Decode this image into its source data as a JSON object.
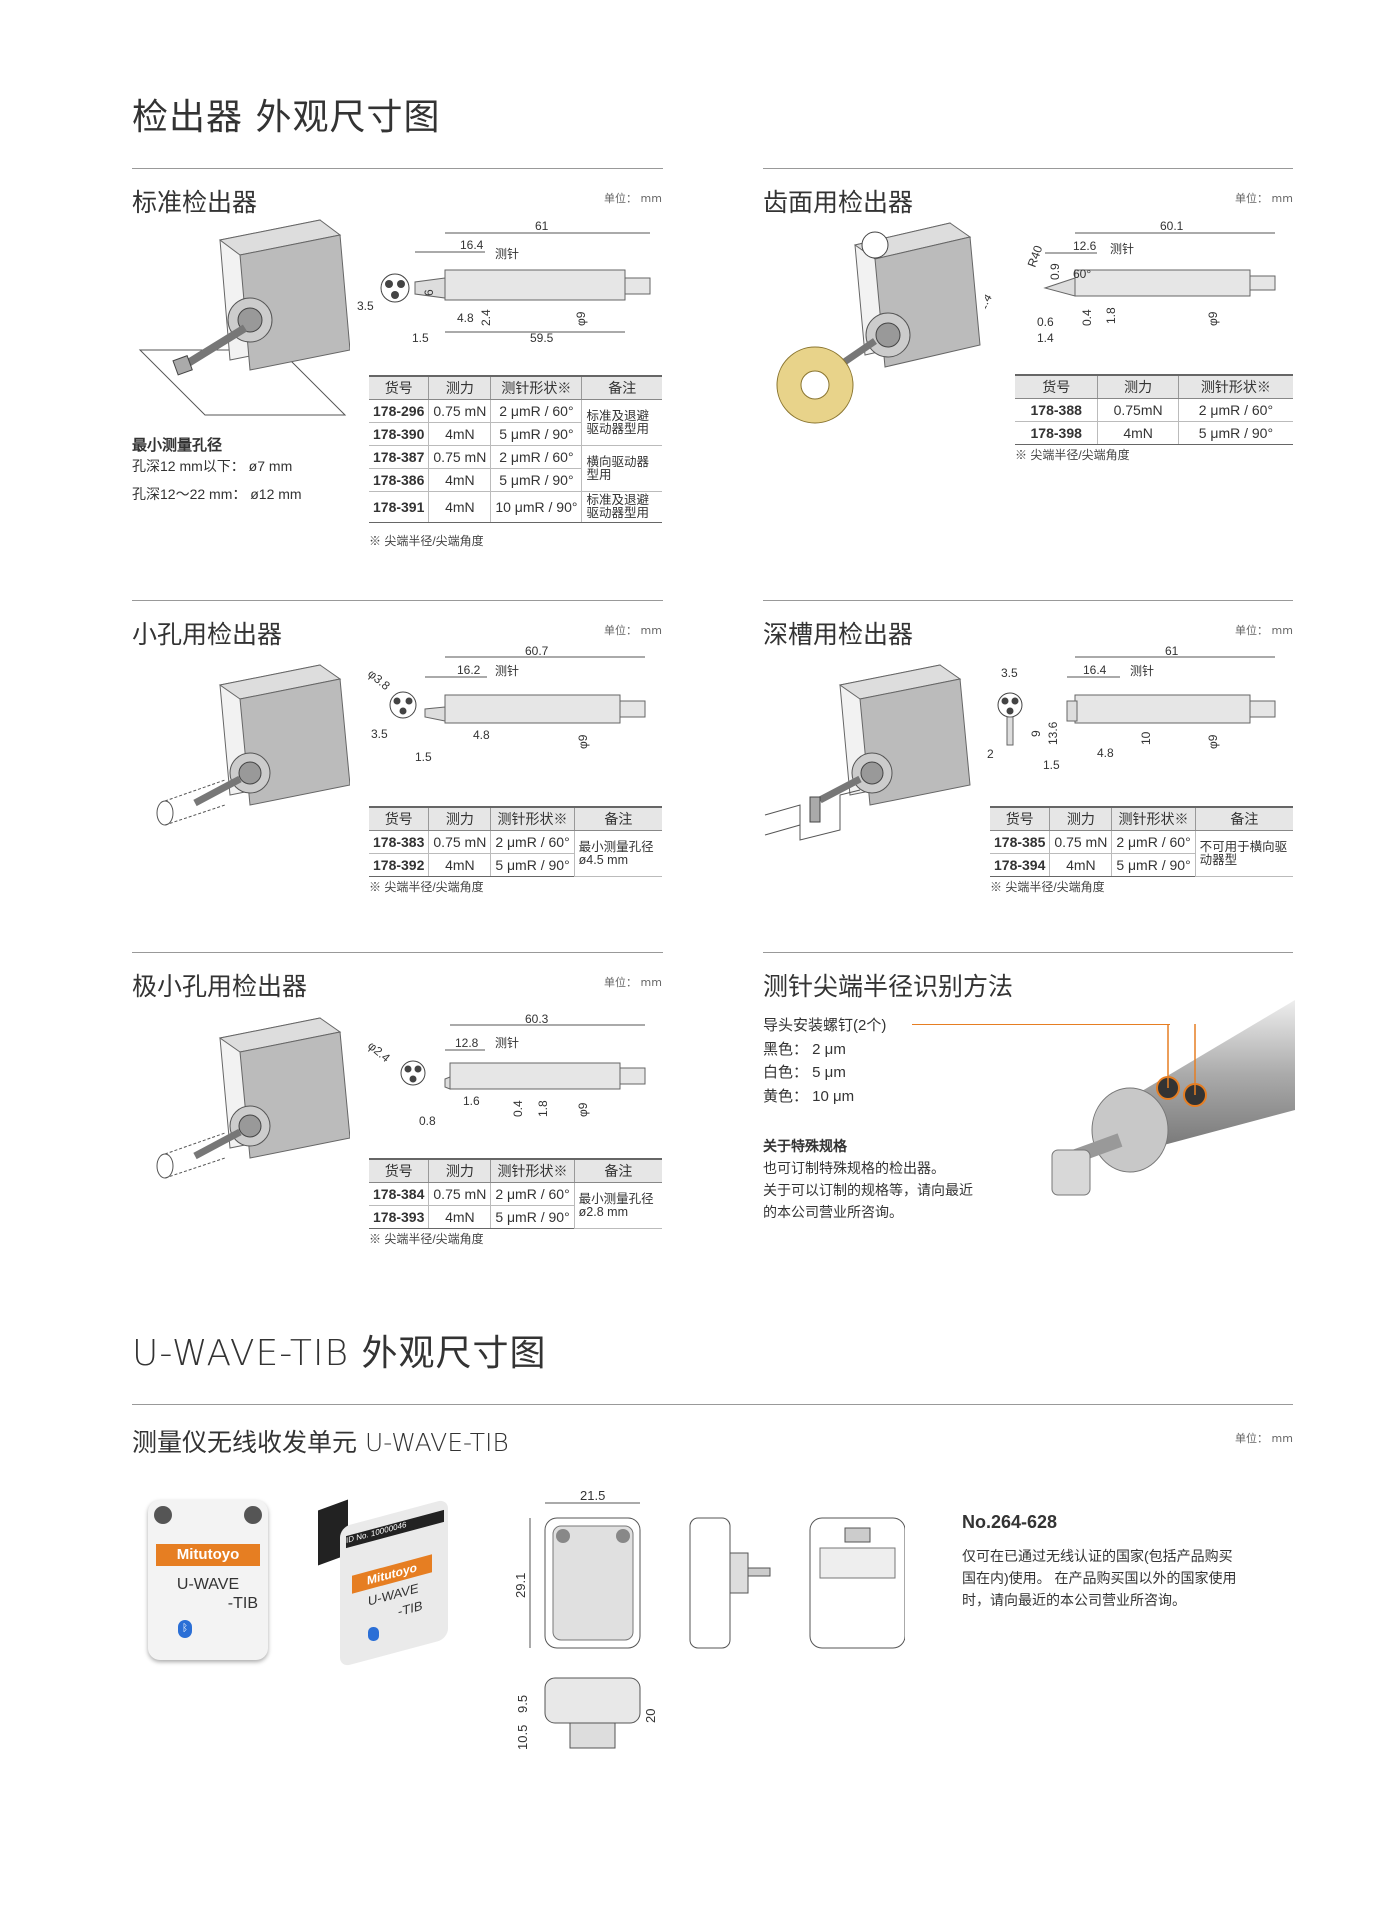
{
  "page_title": "检出器 外观尺寸图",
  "unit_label": "单位： mm",
  "standard": {
    "title": "标准检出器",
    "dims": {
      "total": "61",
      "stylus_len": "16.4",
      "stylus_label": "测针",
      "d1": "3.5",
      "d2": "6",
      "d3": "2.4",
      "d4": "4.8",
      "d5": "φ9",
      "d6": "1.5",
      "d7": "59.5"
    },
    "headers": [
      "货号",
      "测力",
      "测针形状※",
      "备注"
    ],
    "rows": [
      {
        "code": "178-296",
        "force": "0.75 mN",
        "shape": "2 μmR / 60°"
      },
      {
        "code": "178-390",
        "force": "4mN",
        "shape": "5 μmR / 90°"
      },
      {
        "code": "178-387",
        "force": "0.75 mN",
        "shape": "2 μmR / 60°"
      },
      {
        "code": "178-386",
        "force": "4mN",
        "shape": "5 μmR / 90°"
      },
      {
        "code": "178-391",
        "force": "4mN",
        "shape": "10 μmR / 90°"
      }
    ],
    "notes": [
      "标准及退避驱动器型用",
      "横向驱动器型用",
      "标准及退避驱动器型用"
    ],
    "footnote": "※ 尖端半径/尖端角度",
    "min_hole_title": "最小测量孔径",
    "min_hole_1": "孔深12 mm以下： ø7 mm",
    "min_hole_2": "孔深12～22 mm： ø12 mm"
  },
  "gear": {
    "title": "齿面用检出器",
    "dims": {
      "total": "60.1",
      "stylus_len": "12.6",
      "stylus_label": "测针",
      "r": "R40",
      "a": "0.9",
      "angle": "60°",
      "phi": "φ2.4",
      "d1": "0.6",
      "d2": "0.4",
      "d3": "1.8",
      "d4": "1.4",
      "d5": "φ9"
    },
    "headers": [
      "货号",
      "测力",
      "测针形状※"
    ],
    "rows": [
      {
        "code": "178-388",
        "force": "0.75mN",
        "shape": "2 μmR / 60°"
      },
      {
        "code": "178-398",
        "force": "4mN",
        "shape": "5 μmR / 90°"
      }
    ],
    "footnote": "※ 尖端半径/尖端角度"
  },
  "small_hole": {
    "title": "小孔用检出器",
    "dims": {
      "total": "60.7",
      "stylus_len": "16.2",
      "stylus_label": "测针",
      "phi": "φ3.8",
      "d1": "3.5",
      "d2": "4.8",
      "d3": "1.5",
      "d4": "φ9"
    },
    "headers": [
      "货号",
      "测力",
      "测针形状※",
      "备注"
    ],
    "rows": [
      {
        "code": "178-383",
        "force": "0.75 mN",
        "shape": "2 μmR / 60°"
      },
      {
        "code": "178-392",
        "force": "4mN",
        "shape": "5 μmR / 90°"
      }
    ],
    "note": "最小测量孔径 ø4.5 mm",
    "footnote": "※ 尖端半径/尖端角度"
  },
  "deep_groove": {
    "title": "深槽用检出器",
    "dims": {
      "total": "61",
      "stylus_len": "16.4",
      "stylus_label": "测针",
      "d1": "3.5",
      "d2": "9",
      "d3": "13.6",
      "d4": "10",
      "d5": "2",
      "d6": "4.8",
      "d7": "1.5",
      "d8": "φ9"
    },
    "headers": [
      "货号",
      "测力",
      "测针形状※",
      "备注"
    ],
    "rows": [
      {
        "code": "178-385",
        "force": "0.75 mN",
        "shape": "2 μmR / 60°"
      },
      {
        "code": "178-394",
        "force": "4mN",
        "shape": "5 μmR / 90°"
      }
    ],
    "note": "不可用于横向驱动器型",
    "footnote": "※ 尖端半径/尖端角度"
  },
  "tiny_hole": {
    "title": "极小孔用检出器",
    "dims": {
      "total": "60.3",
      "stylus_len": "12.8",
      "stylus_label": "测针",
      "phi": "φ2.4",
      "d1": "1.6",
      "d2": "0.4",
      "d3": "1.8",
      "d4": "0.8",
      "d5": "φ9"
    },
    "headers": [
      "货号",
      "测力",
      "测针形状※",
      "备注"
    ],
    "rows": [
      {
        "code": "178-384",
        "force": "0.75 mN",
        "shape": "2 μmR / 60°"
      },
      {
        "code": "178-393",
        "force": "4mN",
        "shape": "5 μmR / 90°"
      }
    ],
    "note": "最小测量孔径 ø2.8 mm",
    "footnote": "※ 尖端半径/尖端角度"
  },
  "identify": {
    "title": "测针尖端半径识别方法",
    "screw_label": "导头安装螺钉(2个)",
    "black": "黑色： 2 μm",
    "white": "白色： 5 μm",
    "yellow": "黄色： 10 μm",
    "special_title": "关于特殊规格",
    "special_text_1": "也可订制特殊规格的检出器。",
    "special_text_2": "关于可以订制的规格等，请向最近",
    "special_text_3": "的本公司营业所咨询。"
  },
  "uwave": {
    "page_title": "U-WAVE-TIB 外观尺寸图",
    "title": "测量仪无线收发单元 U-WAVE-TIB",
    "brand": "Mitutoyo",
    "model_1": "U-WAVE",
    "model_2": "-TIB",
    "id_text": "ID No. 10000046",
    "dims": {
      "w": "21.5",
      "h": "29.1",
      "a": "9.5",
      "b": "10.5",
      "c": "20"
    },
    "code": "No.264-628",
    "text_1": "仅可在已通过无线认证的国家(包括产品购买",
    "text_2": "国在内)使用。 在产品购买国以外的国家使用",
    "text_3": "时，请向最近的本公司营业所咨询。"
  },
  "colors": {
    "accent": "#e67e22",
    "rule": "#999999",
    "table_header": "#e6e6e6"
  }
}
